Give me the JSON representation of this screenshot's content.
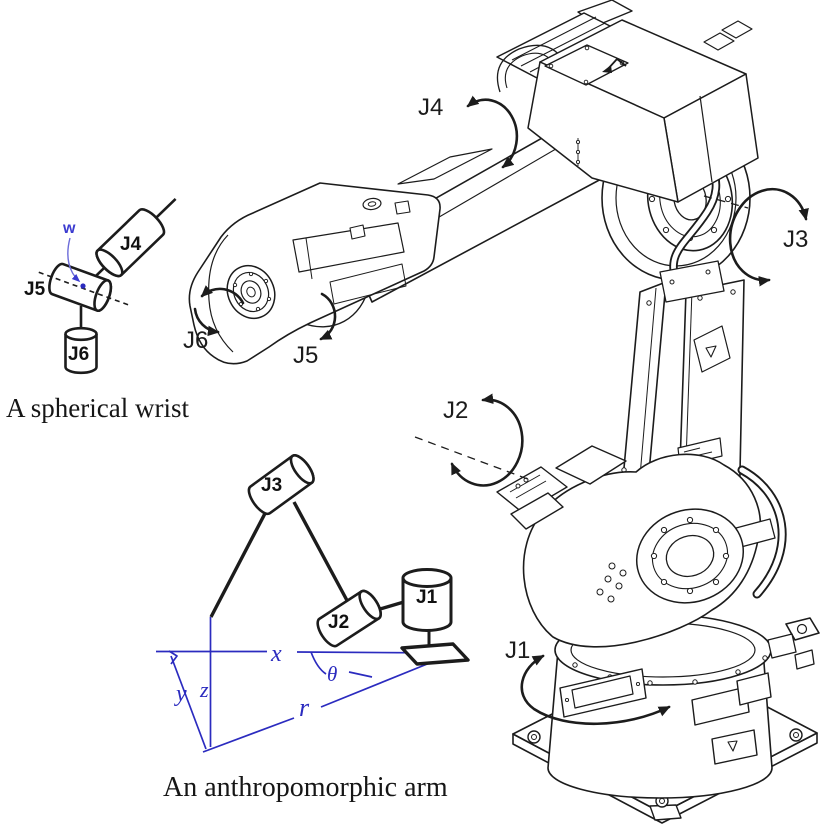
{
  "colors": {
    "background": "#ffffff",
    "ink": "#1c1c1c",
    "blue": "#2b2bbf",
    "blue_light": "#4646cc"
  },
  "robot": {
    "labels": {
      "j1": "J1",
      "j2": "J2",
      "j3": "J3",
      "j4": "J4",
      "j5": "J5",
      "j6": "J6"
    }
  },
  "wrist_diagram": {
    "caption": "A spherical wrist",
    "labels": {
      "j4": "J4",
      "j5": "J5",
      "j6": "J6",
      "w": "w"
    }
  },
  "arm_diagram": {
    "caption": "An anthropomorphic arm",
    "labels": {
      "j1": "J1",
      "j2": "J2",
      "j3": "J3"
    },
    "axes": {
      "x": "x",
      "y": "y",
      "z": "z",
      "r": "r",
      "theta": "θ"
    }
  }
}
